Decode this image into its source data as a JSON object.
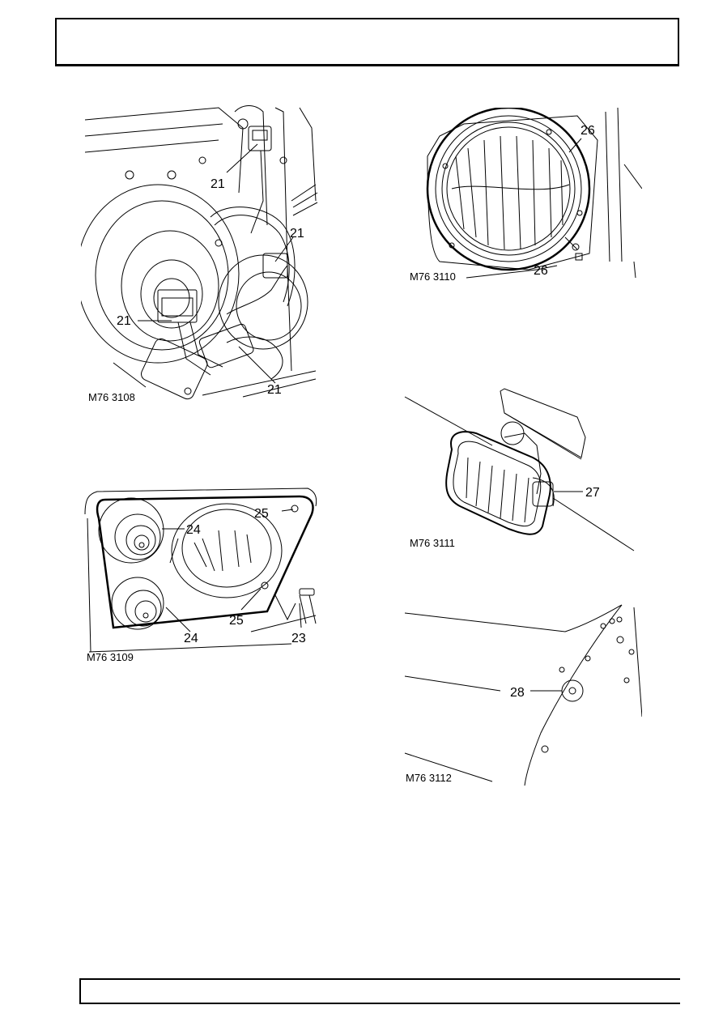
{
  "figures": [
    {
      "id": "M76 3108",
      "caption": "M76 3108",
      "callouts": [
        "21",
        "21",
        "21",
        "21"
      ]
    },
    {
      "id": "M76 3109",
      "caption": "M76 3109",
      "callouts": [
        "25",
        "24",
        "24",
        "25",
        "23"
      ]
    },
    {
      "id": "M76 3110",
      "caption": "M76 3110",
      "callouts": [
        "26",
        "26"
      ]
    },
    {
      "id": "M76 3111",
      "caption": "M76 3111",
      "callouts": [
        "27"
      ]
    },
    {
      "id": "M76 3112",
      "caption": "M76 3112",
      "callouts": [
        "28"
      ]
    }
  ]
}
